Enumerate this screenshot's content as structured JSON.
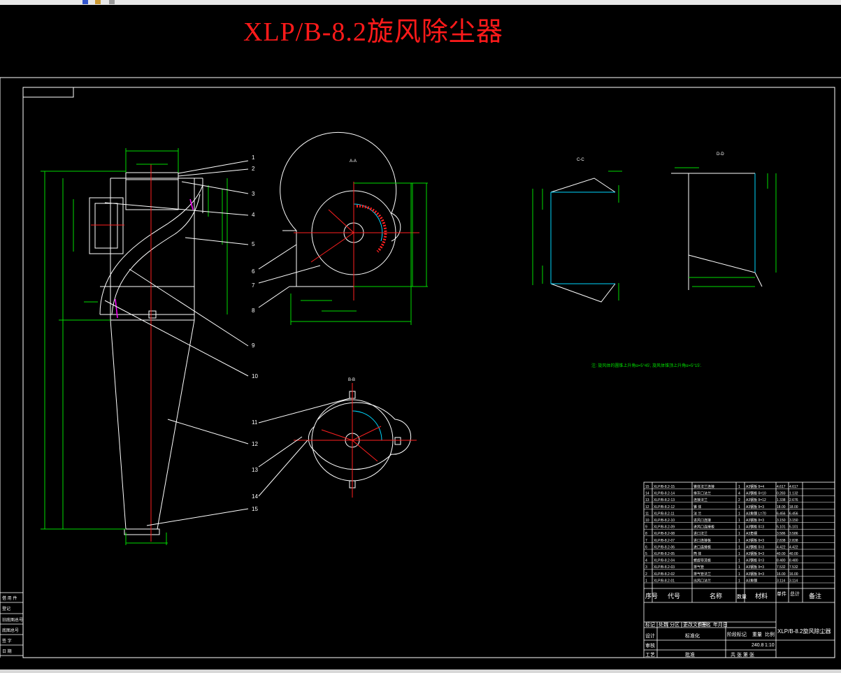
{
  "title": "XLP/B-8.2旋风除尘器",
  "colors": {
    "background": "#000000",
    "title": "#ff1a1a",
    "line": "#ffffff",
    "dimension": "#00dd00",
    "center": "#ff2020",
    "cyan": "#00d8ff",
    "magenta": "#ff00ff"
  },
  "sections": {
    "aa": "A-A",
    "bb": "B-B",
    "cc": "C-C",
    "dd": "D-D"
  },
  "leaders": [
    "1",
    "2",
    "3",
    "4",
    "5",
    "6",
    "7",
    "8",
    "9",
    "10",
    "11",
    "12",
    "13",
    "14",
    "15"
  ],
  "note": "注: 旋风体的圆锥上升角α=5°45′, 旋风体锥顶上升角α=5°15′.",
  "bom": {
    "rows": [
      {
        "no": "15",
        "code": "XLP/B-8.2-15",
        "name": "锥体法兰连接",
        "qty": "1",
        "mat": "A3钢板 δ=4",
        "w1": "4.617",
        "w2": "4.617"
      },
      {
        "no": "14",
        "code": "XLP/B-8.2-14",
        "name": "排灰口法兰",
        "qty": "4",
        "mat": "A3钢板 δ=10",
        "w1": "0.283",
        "w2": "1.132"
      },
      {
        "no": "13",
        "code": "XLP/B-8.2-13",
        "name": "连接法兰",
        "qty": "2",
        "mat": "A3钢板 δ=12",
        "w1": "1.338",
        "w2": "2.676"
      },
      {
        "no": "12",
        "code": "XLP/B-8.2-12",
        "name": "锥 体",
        "qty": "1",
        "mat": "A3钢板 δ=3",
        "w1": "18.00",
        "w2": "18.00"
      },
      {
        "no": "11",
        "code": "XLP/B-8.2-11",
        "name": "法 兰",
        "qty": "1",
        "mat": "A3角钢 L=70",
        "w1": "6.456",
        "w2": "6.456"
      },
      {
        "no": "10",
        "code": "XLP/B-8.2-10",
        "name": "进风口连接",
        "qty": "1",
        "mat": "A3钢板 δ=3",
        "w1": "3.150",
        "w2": "3.150"
      },
      {
        "no": "9",
        "code": "XLP/B-8.2-09",
        "name": "进风口连接板",
        "qty": "1",
        "mat": "A3钢板 δ=3",
        "w1": "5.101",
        "w2": "5.101"
      },
      {
        "no": "8",
        "code": "XLP/B-8.2-08",
        "name": "进口法兰",
        "qty": "1",
        "mat": "A3角钢",
        "w1": "3.586",
        "w2": "3.586"
      },
      {
        "no": "7",
        "code": "XLP/B-8.2-07",
        "name": "进口连接板",
        "qty": "1",
        "mat": "A3钢板 δ=3",
        "w1": "2.838",
        "w2": "2.838"
      },
      {
        "no": "6",
        "code": "XLP/B-8.2-06",
        "name": "进口连接板",
        "qty": "1",
        "mat": "A3钢板 δ=3",
        "w1": "4.422",
        "w2": "4.422"
      },
      {
        "no": "5",
        "code": "XLP/B-8.2-05",
        "name": "筒 体",
        "qty": "1",
        "mat": "A3钢板 δ=3",
        "w1": "40.00",
        "w2": "40.00"
      },
      {
        "no": "4",
        "code": "XLP/B-8.2-04",
        "name": "螺旋导流板",
        "qty": "1",
        "mat": "A3钢板 δ=3",
        "w1": "8.480",
        "w2": "8.480"
      },
      {
        "no": "3",
        "code": "XLP/B-8.2-03",
        "name": "排气管",
        "qty": "1",
        "mat": "A3钢板 δ=3",
        "w1": "7.532",
        "w2": "7.532"
      },
      {
        "no": "2",
        "code": "XLP/B-8.2-02",
        "name": "排气管法兰",
        "qty": "1",
        "mat": "A3钢板 δ=3",
        "w1": "16.00",
        "w2": "16.00"
      },
      {
        "no": "1",
        "code": "XLP/B-8.2-01",
        "name": "出风口法兰",
        "qty": "1",
        "mat": "A3角钢",
        "w1": "3.114",
        "w2": "3.114"
      }
    ],
    "header": {
      "no": "序号",
      "code": "代号",
      "name": "名称",
      "qty": "数量",
      "mat": "材料",
      "w1": "单件",
      "w2": "总计",
      "note": "备注"
    }
  },
  "titleblock": {
    "drawing_name": "XLP/B-8.2旋风除尘器",
    "mark": "标记",
    "count": "处数",
    "zone": "分区",
    "change_doc": "更改文件号",
    "sign": "签名",
    "date": "年月日",
    "stage": "阶段标记",
    "weight": "重量",
    "scale": "比例",
    "weight_val": "240.8",
    "scale_val": "1:10",
    "design": "设计",
    "check": "审核",
    "process": "工艺",
    "approve": "批准",
    "std": "标准化",
    "sheet": "共  张 第  张"
  },
  "leftblock": [
    "借 用 件",
    "登记",
    "旧底图总号",
    "底图总号",
    "签 字",
    "日 期"
  ]
}
